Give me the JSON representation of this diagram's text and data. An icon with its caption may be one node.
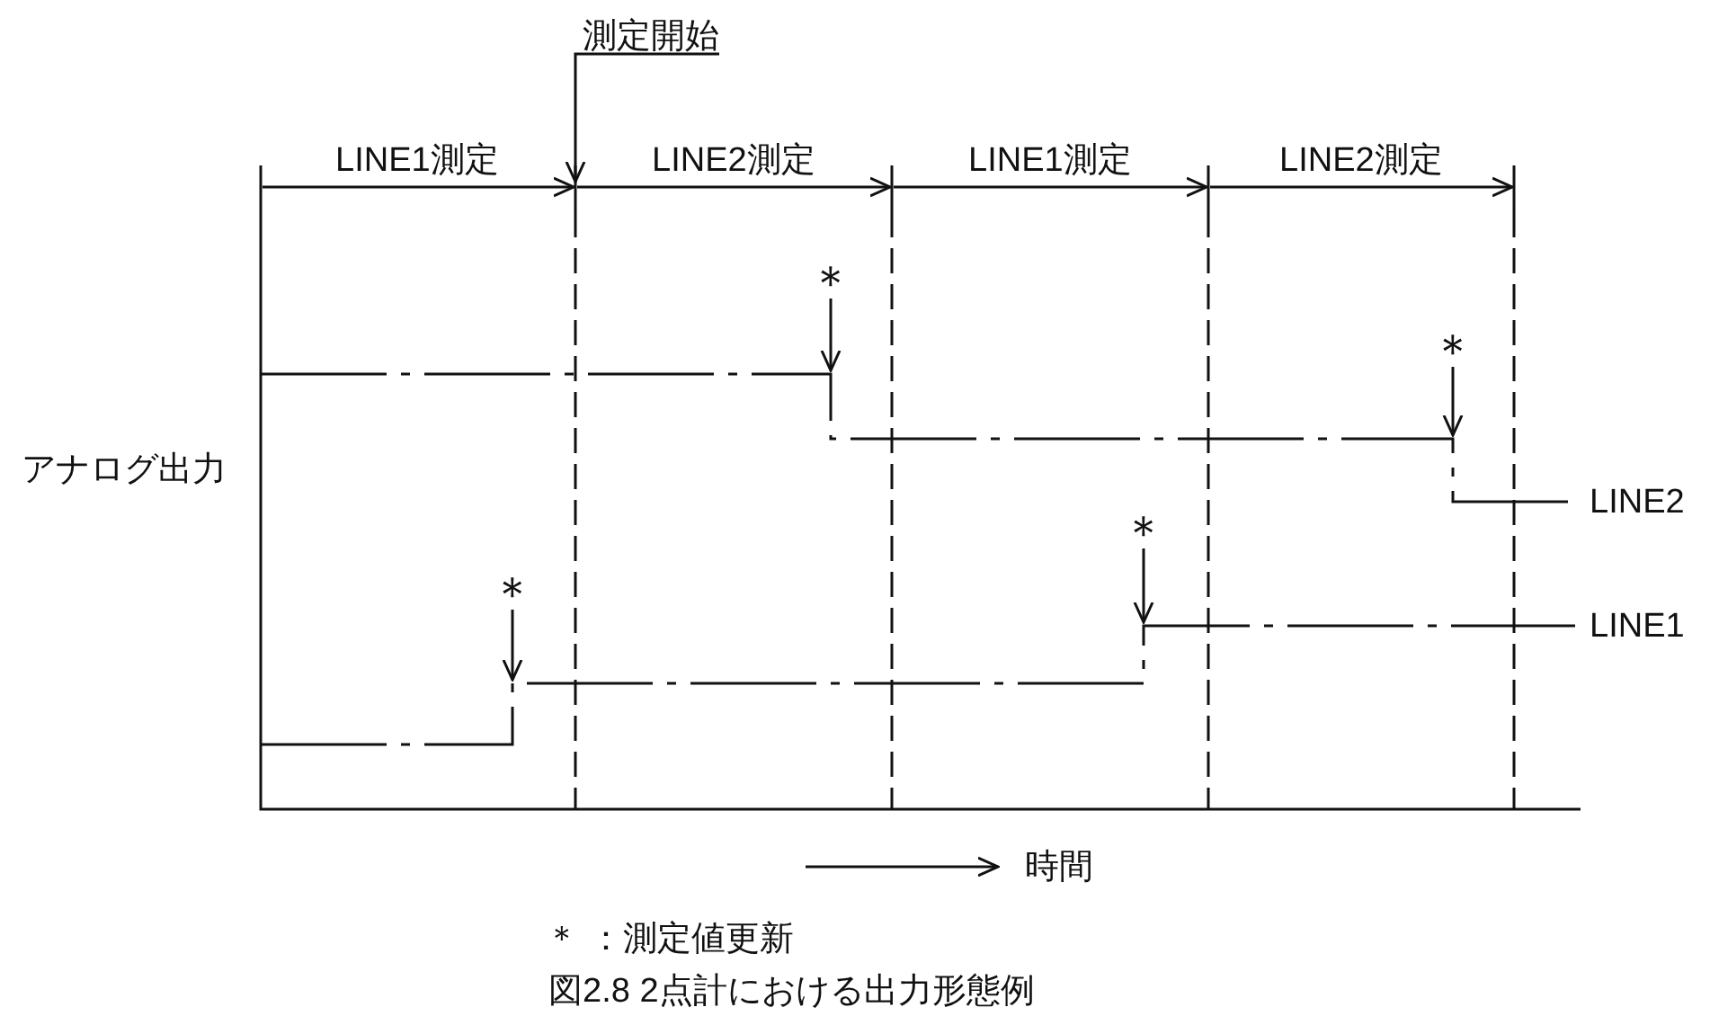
{
  "diagram": {
    "caption": "図2.8 2点計における出力形態例",
    "nodes": [
      {
        "text": [
          "測定開始"
        ]
      },
      {
        "text": [
          "＊"
        ]
      },
      {
        "text": [
          "＊"
        ]
      },
      {
        "text": [
          "＊"
        ]
      },
      {
        "text": [
          "＊"
        ]
      }
    ],
    "edges": [
      {
        "from": 0,
        "to": null,
        "arrow": "to"
      },
      {
        "from": 1,
        "to": null,
        "arrow": "to"
      },
      {
        "from": 2,
        "to": null,
        "arrow": "to"
      },
      {
        "from": 3,
        "to": null,
        "arrow": "to"
      },
      {
        "from": 4,
        "to": null,
        "arrow": "to"
      }
    ],
    "labels": [
      "LINE1測定",
      "LINE2測定",
      "LINE1測定",
      "LINE2測定",
      "アナログ出力",
      "LINE2",
      "LINE1",
      "時間",
      "＊ ：測定値更新"
    ]
  }
}
